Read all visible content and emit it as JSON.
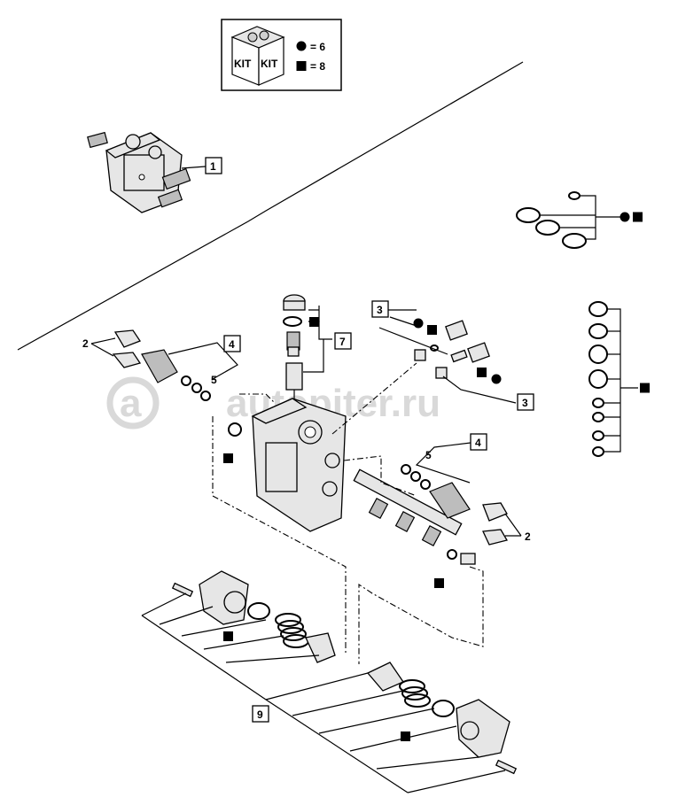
{
  "kit_legend": {
    "kit_label_left": "KIT",
    "kit_label_right": "KIT",
    "circle_entry": "= 6",
    "square_entry": "= 8",
    "circle_symbol": "circle",
    "square_symbol": "square"
  },
  "callouts": {
    "c1": "1",
    "c2_left": "2",
    "c2_right": "2",
    "c3_top": "3",
    "c3_bottom": "3",
    "c4_left": "4",
    "c4_right": "4",
    "c5_left": "5",
    "c5_right": "5",
    "c7": "7",
    "c9": "9"
  },
  "watermark": "autopiter.ru",
  "colors": {
    "line": "#000000",
    "part_fill": "#e6e6e6",
    "watermark": "#d9d9d9"
  }
}
